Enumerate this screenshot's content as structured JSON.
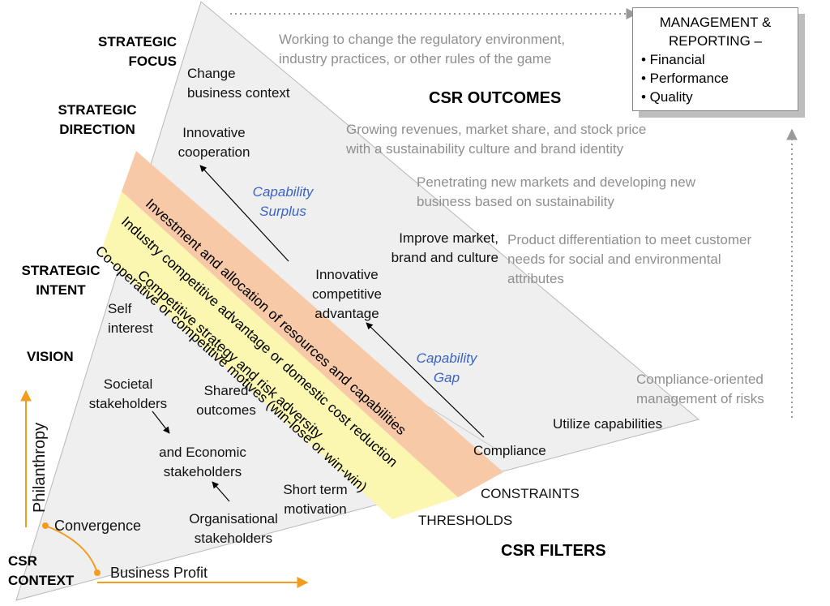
{
  "labels": {
    "strategic_focus": "STRATEGIC\nFOCUS",
    "strategic_direction": "STRATEGIC\nDIRECTION",
    "strategic_intent": "STRATEGIC\nINTENT",
    "vision": "VISION",
    "csr_context": "CSR\nCONTEXT",
    "csr_outcomes": "CSR OUTCOMES",
    "csr_filters": "CSR FILTERS",
    "constraints": "CONSTRAINTS",
    "thresholds": "THRESHOLDS"
  },
  "management_box": {
    "title": "MANAGEMENT &\nREPORTING –",
    "items": [
      "• Financial",
      "• Performance",
      "• Quality"
    ]
  },
  "outcomes": {
    "rules": "Working to change the regulatory environment,\nindustry practices, or other rules of the game",
    "revenues": "Growing revenues, market share, and stock price\nwith a sustainability culture and brand identity",
    "markets": "Penetrating new markets and developing new\nbusiness based on sustainability",
    "differentiation": "Product differentiation to meet customer\nneeds for social and environmental\nattributes",
    "compliance": "Compliance-oriented\nmanagement of risks"
  },
  "stages": {
    "change_context": "Change\nbusiness context",
    "innovative_cooperation": "Innovative\ncooperation",
    "capability_surplus": "Capability\nSurplus",
    "improve_market": "Improve market,\nbrand and culture",
    "innovative_advantage": "Innovative\ncompetitive\nadvantage",
    "capability_gap": "Capability\nGap",
    "utilize_capabilities": "Utilize capabilities",
    "compliance": "Compliance"
  },
  "stakeholders": {
    "self_interest": "Self\ninterest",
    "societal": "Societal\nstakeholders",
    "shared_outcomes": "Shared\noutcomes",
    "economic": "and Economic\nstakeholders",
    "short_term": "Short term\nmotivation",
    "organisational": "Organisational\nstakeholders"
  },
  "bands": {
    "investment": "Investment and allocation of resources and capabilities",
    "industry": "Industry competitive advantage or domestic cost reduction",
    "strategy": "Competitive strategy and risk adversity",
    "motives": "Co-operative or competitive motives (win-lose or win-win)"
  },
  "axes": {
    "philanthropy": "Philanthropy",
    "convergence": "Convergence",
    "business_profit": "Business Profit"
  },
  "colors": {
    "orange_band": "#f7c9a6",
    "yellow_band": "#fbf6b0",
    "triangle_fill": "#efefef",
    "axis_orange": "#f39c1e",
    "grey_text": "#8f8f8f",
    "blue_text": "#3a63c8"
  }
}
